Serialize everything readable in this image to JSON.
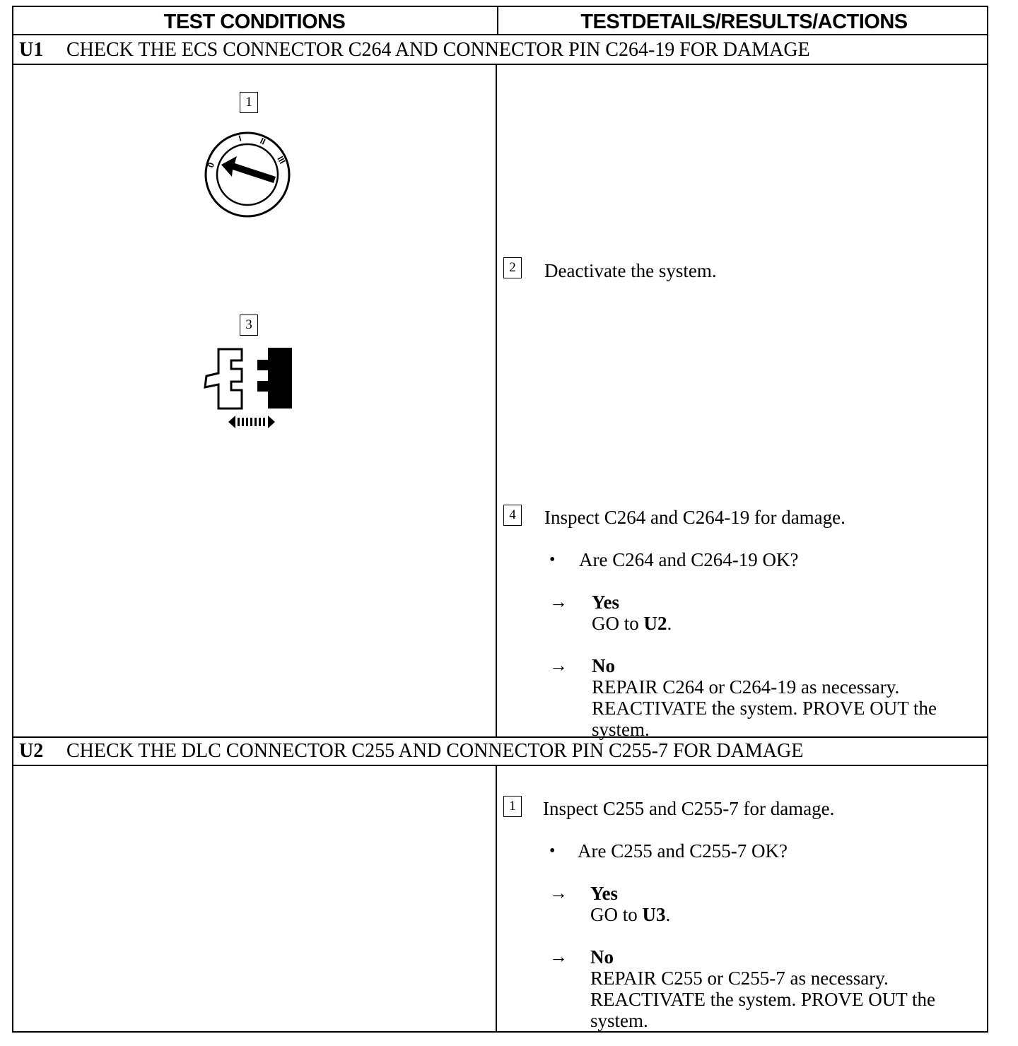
{
  "header": {
    "left": "TEST CONDITIONS",
    "right": "TESTDETAILS/RESULTS/ACTIONS"
  },
  "sections": [
    {
      "id": "U1",
      "title": "CHECK THE ECS CONNECTOR C264 AND CONNECTOR PIN C264-19 FOR DAMAGE",
      "figures": [
        {
          "num": "1",
          "icon": "ignition-switch-icon",
          "labels": [
            "0",
            "I",
            "II",
            "III"
          ]
        },
        {
          "num": "3",
          "icon": "connector-disconnect-icon"
        }
      ],
      "steps": [
        {
          "num": "2",
          "text": "Deactivate the system."
        },
        {
          "num": "4",
          "text": "Inspect C264 and C264-19 for damage."
        }
      ],
      "question": "Are C264 and C264-19 OK?",
      "yes": {
        "label": "Yes",
        "pre": "GO to ",
        "target": "U2",
        "post": "."
      },
      "no": {
        "label": "No",
        "lines": [
          "REPAIR C264 or C264-19 as necessary.",
          "REACTIVATE the system. PROVE OUT the",
          "system."
        ]
      }
    },
    {
      "id": "U2",
      "title": "CHECK THE DLC CONNECTOR C255 AND CONNECTOR PIN C255-7 FOR DAMAGE",
      "steps": [
        {
          "num": "1",
          "text": "Inspect C255 and C255-7 for damage."
        }
      ],
      "question": "Are C255 and C255-7 OK?",
      "yes": {
        "label": "Yes",
        "pre": "GO to ",
        "target": "U3",
        "post": "."
      },
      "no": {
        "label": "No",
        "lines": [
          "REPAIR C255 or C255-7 as necessary.",
          "REACTIVATE the system. PROVE OUT the",
          "system."
        ]
      }
    }
  ],
  "symbols": {
    "bullet": "•",
    "arrow": "→"
  }
}
